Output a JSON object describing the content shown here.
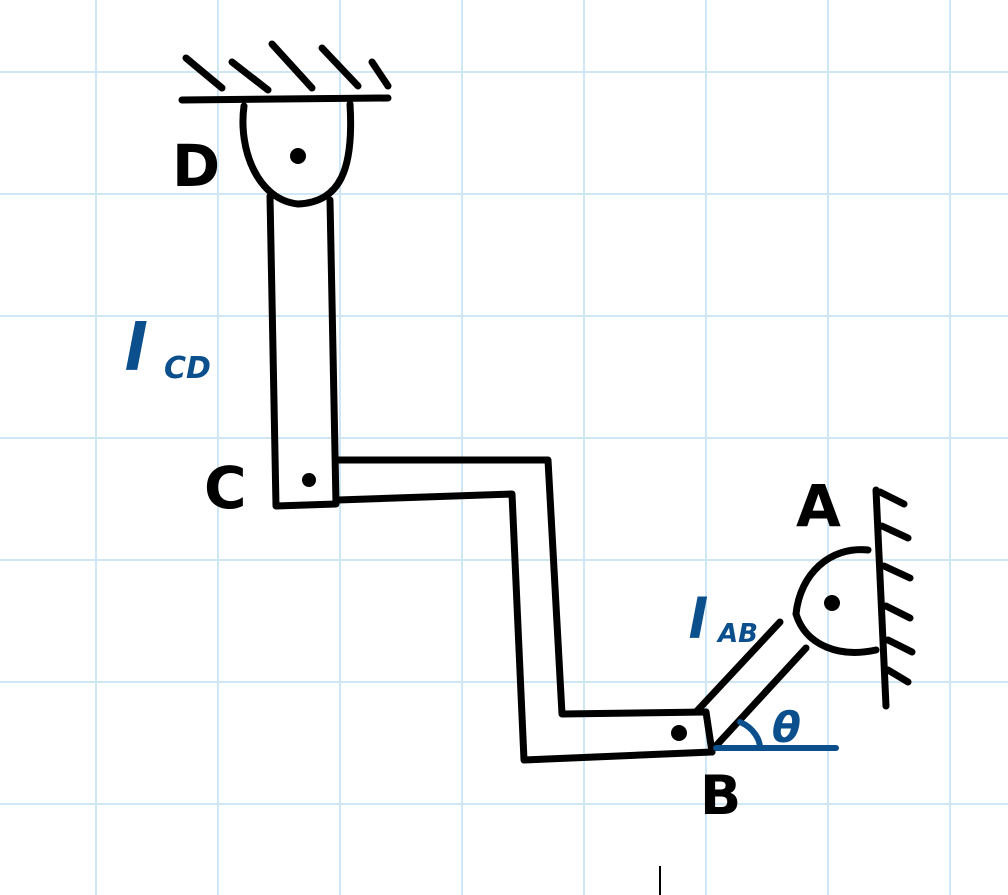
{
  "labels": {
    "A": "A",
    "B": "B",
    "C": "C",
    "D": "D",
    "l_cd": "l",
    "l_cd_sub": "CD",
    "l_ab": "l",
    "l_ab_sub": "AB",
    "theta": "θ"
  },
  "colors": {
    "grid": "#cfe6f4",
    "ink": "#000000",
    "annotation": "#0b4f8c"
  }
}
